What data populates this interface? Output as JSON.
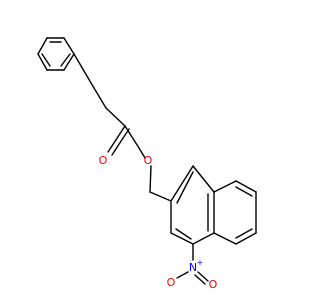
{
  "structure": {
    "atoms": [
      {
        "id": "ester-o",
        "symbol": "O",
        "color": "#ff0000"
      },
      {
        "id": "carbonyl-o",
        "symbol": "O",
        "color": "#ff0000"
      },
      {
        "id": "nitro-n",
        "symbol": "N",
        "charge": "+",
        "color": "#0000ff"
      },
      {
        "id": "nitro-o-left",
        "symbol": "O",
        "charge": "-",
        "color": "#ff0000"
      },
      {
        "id": "nitro-o-right",
        "symbol": "O",
        "color": "#ff0000"
      }
    ],
    "colors": {
      "bond": "#000000",
      "oxygen": "#ff0000",
      "nitrogen": "#0000ff",
      "background": "#ffffff"
    }
  }
}
